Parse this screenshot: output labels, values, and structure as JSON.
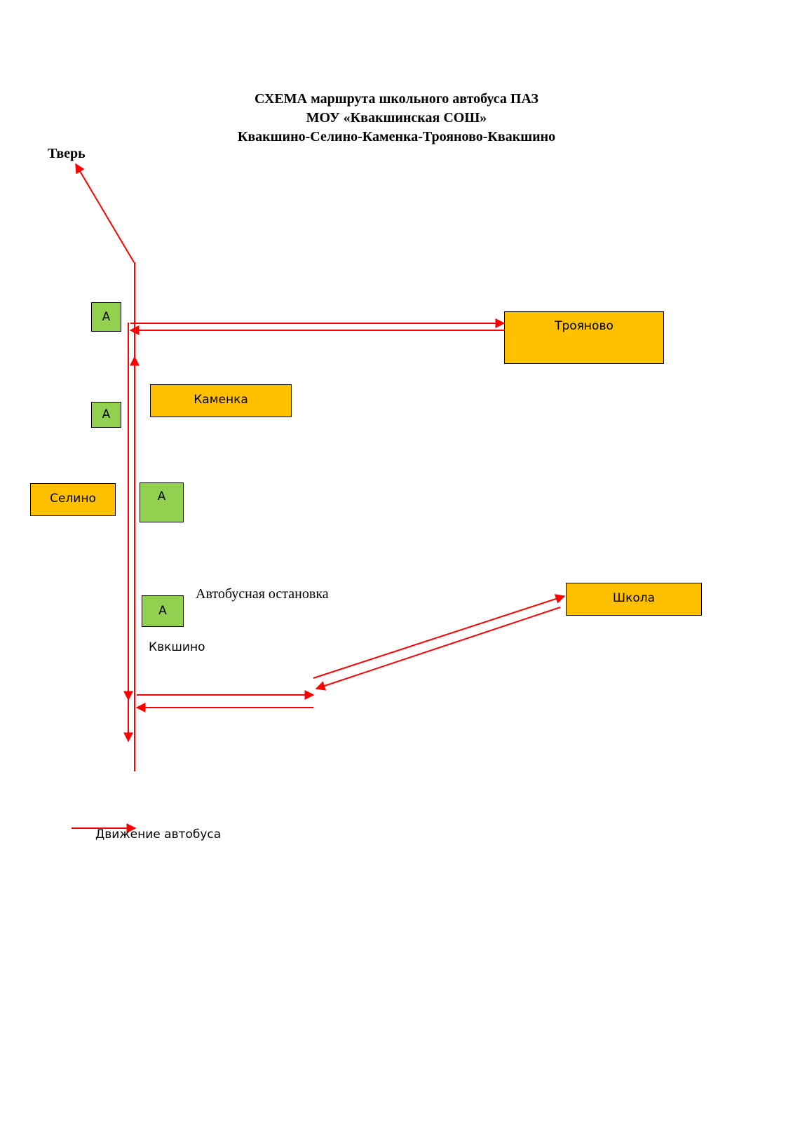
{
  "title": {
    "line1": "СХЕМА маршрута  школьного автобуса ПАЗ",
    "line2": "МОУ «Квакшинская СОШ»",
    "line3": "Квакшино-Селино-Каменка-Трояново-Квакшино"
  },
  "destination_label": "Тверь",
  "places": {
    "troyanovo": "Трояново",
    "kamenka": "Каменка",
    "selino": "Селино",
    "school": "Школа"
  },
  "stop_marker": "А",
  "legend": {
    "stop_label": "Автобусная остановка",
    "movement_label": "Движение автобуса"
  },
  "village_label": "Квкшино",
  "colors": {
    "route_line": "#ff0000",
    "place_fill": "#ffc000",
    "stop_fill": "#92d050"
  }
}
